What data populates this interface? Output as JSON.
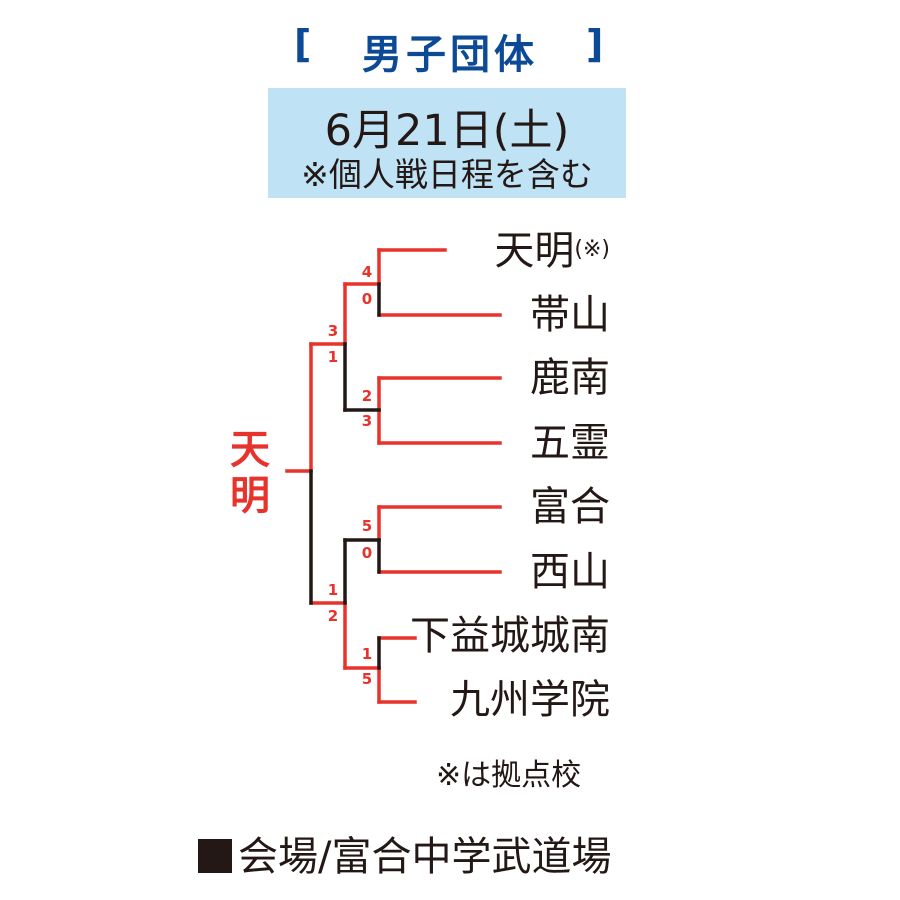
{
  "header": {
    "bracket_open": "[",
    "title": "男子団体",
    "bracket_close": "]",
    "date": "6月21日(土)",
    "note": "※個人戦日程を含む"
  },
  "teams": [
    {
      "name": "天明",
      "suffix": "(※)"
    },
    {
      "name": "帯山",
      "suffix": ""
    },
    {
      "name": "鹿南",
      "suffix": ""
    },
    {
      "name": "五霊",
      "suffix": ""
    },
    {
      "name": "富合",
      "suffix": ""
    },
    {
      "name": "西山",
      "suffix": ""
    },
    {
      "name": "下益城城南",
      "suffix": ""
    },
    {
      "name": "九州学院",
      "suffix": ""
    }
  ],
  "scores": {
    "r1_m1": [
      "4",
      "0"
    ],
    "r1_m2": [
      "2",
      "3"
    ],
    "r1_m3": [
      "5",
      "0"
    ],
    "r1_m4": [
      "1",
      "5"
    ],
    "semi_top": [
      "3",
      "1"
    ],
    "semi_bottom": [
      "1",
      "2"
    ]
  },
  "champion": "天明",
  "footer": {
    "note": "※は拠点校",
    "venue": "会場/富合中学武道場"
  },
  "colors": {
    "title": "#0d4a96",
    "date_box": "#bfe3f5",
    "winner_line": "#e8322c",
    "loser_line": "#231815"
  }
}
